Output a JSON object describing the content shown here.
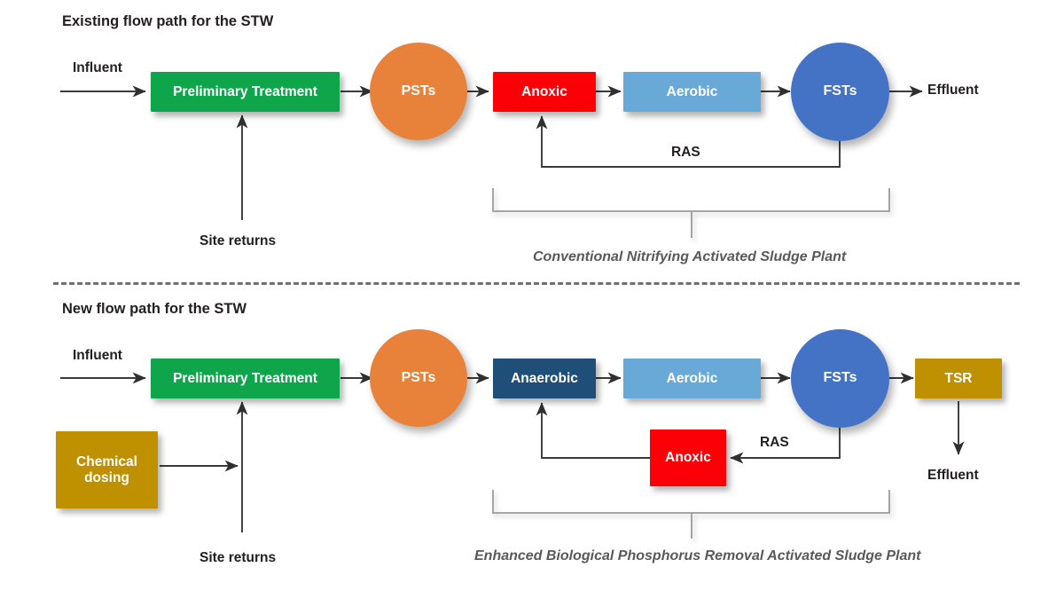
{
  "diagram": {
    "type": "process-flow",
    "background": "#ffffff",
    "sections": [
      {
        "id": "existing",
        "title": "Existing flow path for the STW",
        "caption": "Conventional Nitrifying Activated Sludge Plant",
        "inlet_label": "Influent",
        "outlet_label": "Effluent",
        "site_returns_label": "Site returns",
        "ras_label": "RAS",
        "nodes": [
          {
            "id": "prelim",
            "label": "Preliminary Treatment",
            "shape": "rect",
            "color": "#0ea54b"
          },
          {
            "id": "psts",
            "label": "PSTs",
            "shape": "circle",
            "color": "#e8823a"
          },
          {
            "id": "anoxic",
            "label": "Anoxic",
            "shape": "rect",
            "color": "#fb0007"
          },
          {
            "id": "aerobic",
            "label": "Aerobic",
            "shape": "rect",
            "color": "#68a9d8"
          },
          {
            "id": "fsts",
            "label": "FSTs",
            "shape": "circle",
            "color": "#4472c4"
          }
        ]
      },
      {
        "id": "new",
        "title": "New flow path for the STW",
        "caption": "Enhanced Biological Phosphorus Removal Activated Sludge Plant",
        "inlet_label": "Influent",
        "outlet_label": "Effluent",
        "site_returns_label": "Site returns",
        "ras_label": "RAS",
        "nodes": [
          {
            "id": "prelim2",
            "label": "Preliminary Treatment",
            "shape": "rect",
            "color": "#0ea54b"
          },
          {
            "id": "psts2",
            "label": "PSTs",
            "shape": "circle",
            "color": "#e8823a"
          },
          {
            "id": "anaerobic",
            "label": "Anaerobic",
            "shape": "rect",
            "color": "#1f4e79"
          },
          {
            "id": "aerobic2",
            "label": "Aerobic",
            "shape": "rect",
            "color": "#68a9d8"
          },
          {
            "id": "fsts2",
            "label": "FSTs",
            "shape": "circle",
            "color": "#4472c4"
          },
          {
            "id": "tsr",
            "label": "TSR",
            "shape": "rect",
            "color": "#bf9000"
          },
          {
            "id": "anoxic2",
            "label": "Anoxic",
            "shape": "rect",
            "color": "#fb0007"
          },
          {
            "id": "chemical",
            "label": "Chemical\ndosing",
            "shape": "rect",
            "color": "#bf9000"
          }
        ]
      }
    ],
    "colors": {
      "green": "#0ea54b",
      "orange": "#e8823a",
      "red": "#fb0007",
      "light_blue": "#68a9d8",
      "blue": "#4472c4",
      "navy": "#1f4e79",
      "gold": "#bf9000",
      "line": "#3a3a3a",
      "bracket": "#9b9b9b",
      "divider": "#6f7072",
      "text": "#231f20",
      "caption": "#58595b"
    },
    "labels": {
      "chemical_line1": "Chemical",
      "chemical_line2": "dosing"
    }
  }
}
